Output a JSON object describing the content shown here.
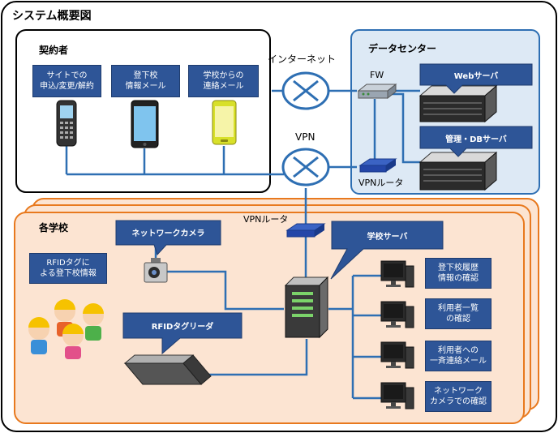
{
  "title": "システム概要図",
  "contractor": {
    "title": "契約者",
    "boxes": [
      "サイトでの\n申込/変更/解約",
      "登下校\n情報メール",
      "学校からの\n連絡メール"
    ]
  },
  "internet_label": "インターネット",
  "vpn_label": "VPN",
  "datacenter": {
    "title": "データセンター",
    "fw_label": "FW",
    "web_server": "Webサーバ",
    "db_server": "管理・DBサーバ",
    "vpn_router": "VPNルータ"
  },
  "school": {
    "title": "各学校",
    "vpn_router": "VPNルータ",
    "network_camera": "ネットワークカメラ",
    "school_server": "学校サーバ",
    "rfid_tag_info": "RFIDタグに\nよる登下校情報",
    "rfid_reader": "RFIDタグリーダ",
    "pc_functions": [
      "登下校履歴\n情報の確認",
      "利用者一覧\nの確認",
      "利用者への\n一斉連絡メール",
      "ネットワーク\nカメラでの確認"
    ]
  },
  "colors": {
    "dark_blue": "#2e5597",
    "line_blue": "#2e6fb3",
    "datacenter_fill": "#dde9f5",
    "school_fill": "#fce4d2",
    "school_border": "#e8791e"
  }
}
